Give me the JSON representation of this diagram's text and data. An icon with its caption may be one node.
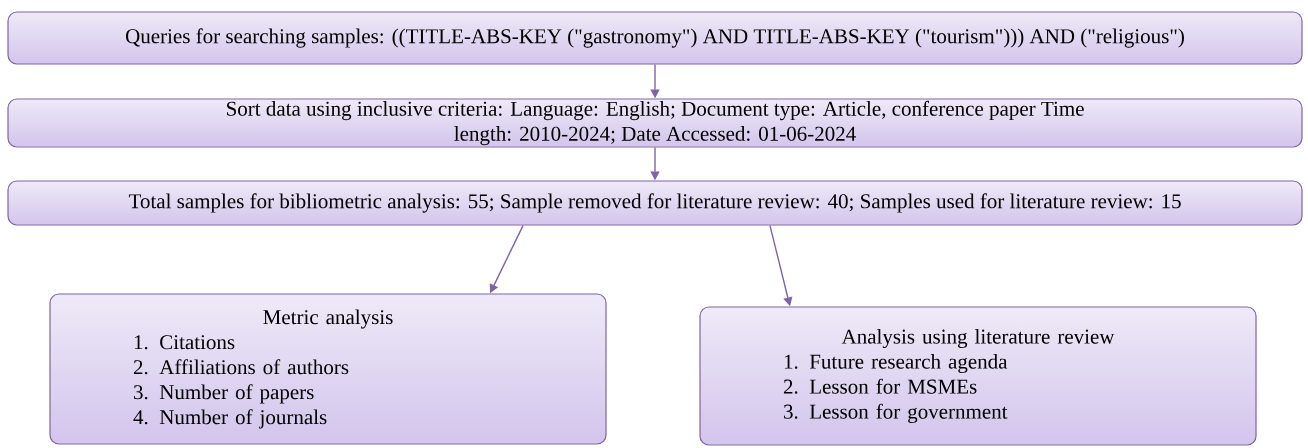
{
  "diagram": {
    "nodes": [
      {
        "text": [
          "Queries for searching samples: ((TITLE-ABS-KEY (\"gastronomy\") AND TITLE-ABS-KEY (\"tourism\"))) AND (\"religious\")"
        ]
      },
      {
        "text": [
          "Sort data using inclusive criteria: Language: English; Document type: Article, conference paper Time length: 2010-2024; Date Accessed: 01-06-2024"
        ]
      },
      {
        "text": [
          "Total samples for bibliometric analysis: 55; Sample removed for literature review: 40; Samples used for literature review: 15"
        ]
      },
      {
        "text": [
          "Metric analysis",
          "1. Citations",
          "2. Affiliations of authors",
          "3. Number of papers",
          "4. Number of journals"
        ]
      },
      {
        "text": [
          "Analysis using literature review",
          "1. Future research agenda",
          "2. Lesson for MSMEs",
          "3. Lesson for government"
        ]
      }
    ],
    "edges": [
      {
        "from": 0,
        "to": 1,
        "arrow": "to"
      },
      {
        "from": 1,
        "to": 2,
        "arrow": "to"
      },
      {
        "from": 2,
        "to": 3,
        "arrow": "to"
      },
      {
        "from": 2,
        "to": 4,
        "arrow": "to"
      }
    ]
  }
}
